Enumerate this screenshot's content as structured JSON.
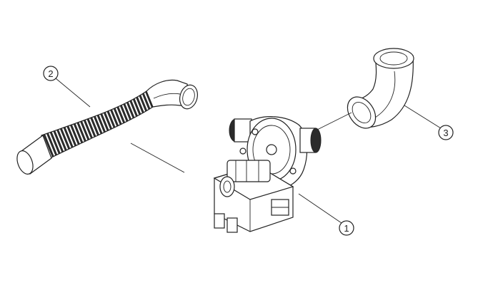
{
  "diagram": {
    "callouts": [
      {
        "id": "pump",
        "number": "1"
      },
      {
        "id": "hose",
        "number": "2"
      },
      {
        "id": "elbow",
        "number": "3"
      }
    ],
    "colors": {
      "line": "#222222",
      "background": "#ffffff",
      "dark_fill": "#2b2b2b"
    }
  }
}
